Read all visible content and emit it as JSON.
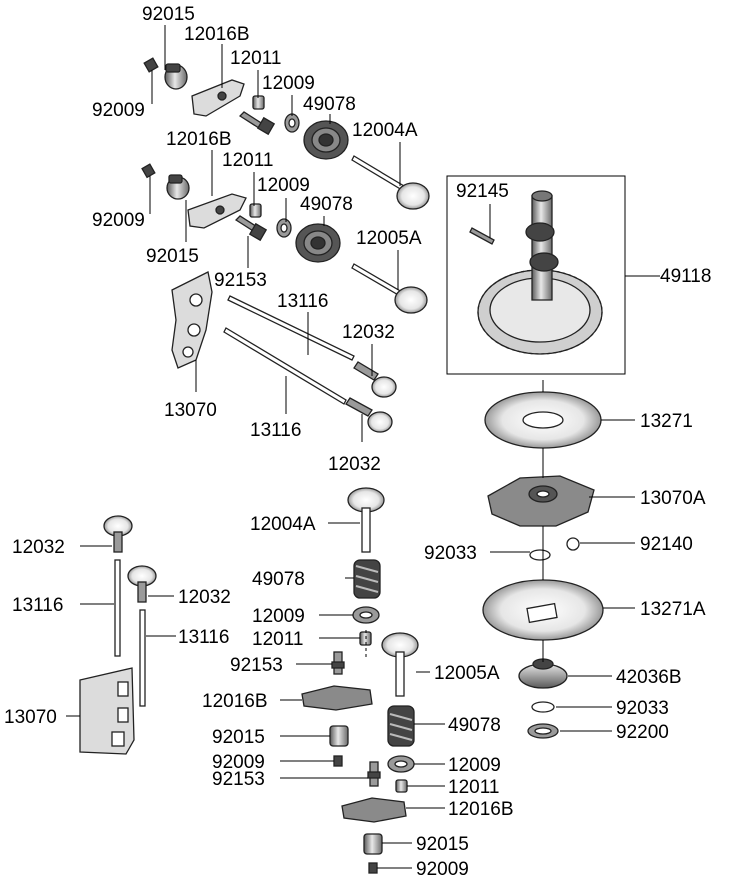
{
  "labels": {
    "l1": "92015",
    "l2": "12016B",
    "l3": "12011",
    "l4": "12009",
    "l5": "92009",
    "l6": "49078",
    "l7": "12016B",
    "l8": "12004A",
    "l9": "12011",
    "l10": "12009",
    "l11": "92009",
    "l12": "49078",
    "l13": "92015",
    "l14": "12005A",
    "l15": "92153",
    "l16": "13116",
    "l17": "12032",
    "l18": "13070",
    "l19": "13116",
    "l20": "12032",
    "l21": "92145",
    "l22": "49118",
    "l23": "13271",
    "l24": "13070A",
    "l25": "92033",
    "l26": "92140",
    "l27": "13271A",
    "l28": "42036B",
    "l29": "92033",
    "l30": "92200",
    "l31": "12004A",
    "l32": "49078",
    "l33": "12009",
    "l34": "12011",
    "l35": "92153",
    "l36": "12005A",
    "l37": "12016B",
    "l38": "49078",
    "l39": "92015",
    "l40": "92009",
    "l41": "12009",
    "l42": "92153",
    "l43": "12011",
    "l44": "12016B",
    "l45": "92015",
    "l46": "92009",
    "l47": "12032",
    "l48": "13116",
    "l49": "12032",
    "l50": "13116",
    "l51": "13070"
  }
}
